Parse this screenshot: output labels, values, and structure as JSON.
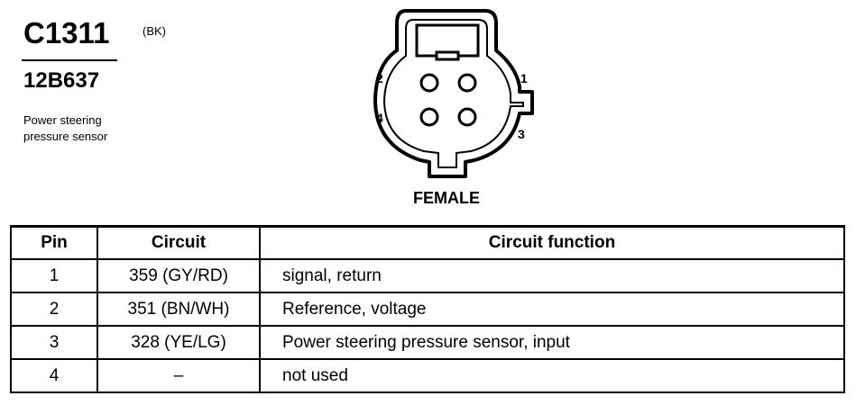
{
  "connector": {
    "id": "C1311",
    "color_code": "(BK)",
    "part_number": "12B637",
    "description_line1": "Power steering",
    "description_line2": "pressure sensor"
  },
  "diagram": {
    "pin_labels": [
      "1",
      "2",
      "3",
      "4"
    ],
    "gender": "FEMALE"
  },
  "table": {
    "headers": [
      "Pin",
      "Circuit",
      "Circuit function"
    ],
    "rows": [
      {
        "pin": "1",
        "circuit": "359 (GY/RD)",
        "function": "signal, return"
      },
      {
        "pin": "2",
        "circuit": "351 (BN/WH)",
        "function": "Reference, voltage"
      },
      {
        "pin": "3",
        "circuit": "328 (YE/LG)",
        "function": "Power steering pressure sensor, input"
      },
      {
        "pin": "4",
        "circuit": "–",
        "function": "not used"
      }
    ]
  }
}
